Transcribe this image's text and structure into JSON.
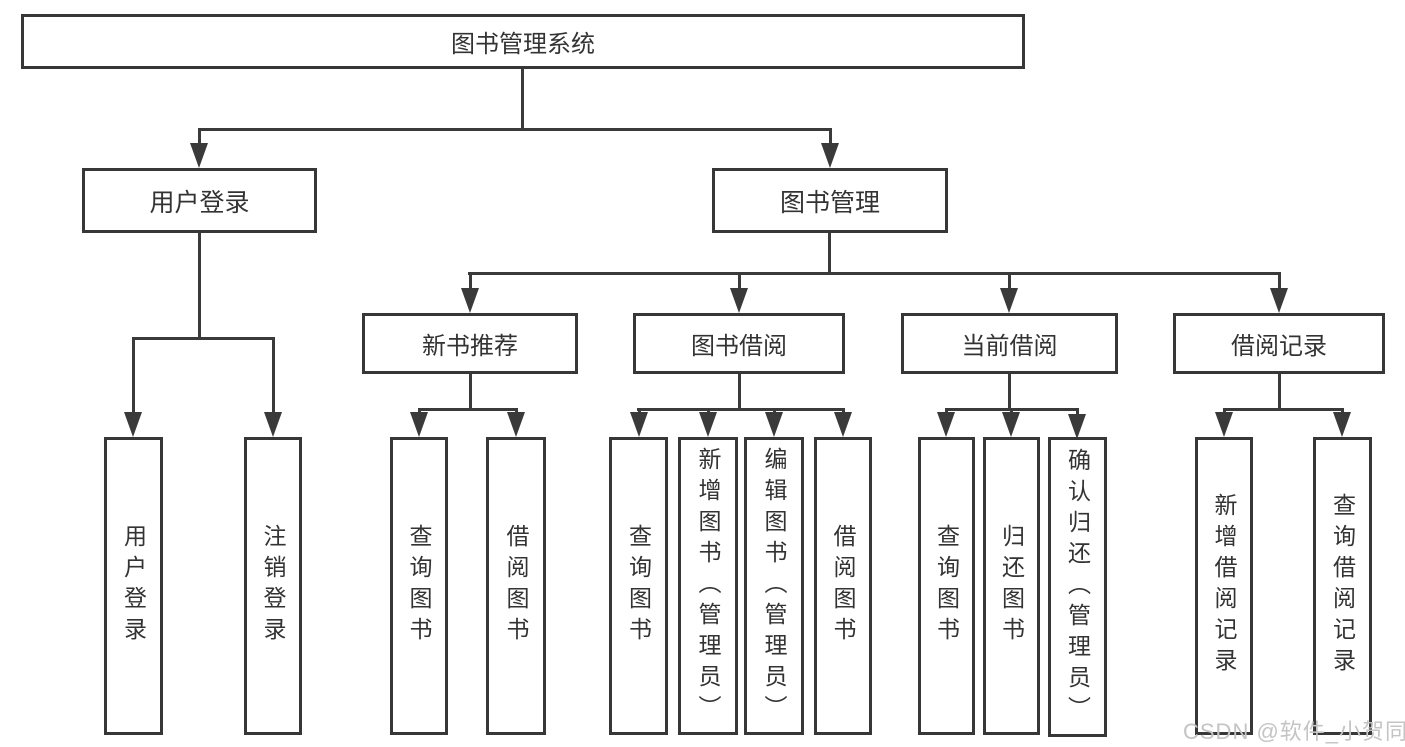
{
  "diagram": {
    "title": "图书管理系统",
    "type": "hierarchy-tree",
    "colors": {
      "line": "#3a3a3a",
      "border": "#373737",
      "text": "#333333",
      "background": "#ffffff",
      "watermark": "#c4c4c4"
    },
    "tree": {
      "label": "图书管理系统",
      "children": [
        {
          "label": "用户登录",
          "children": [
            {
              "label": "用户登录"
            },
            {
              "label": "注销登录"
            }
          ]
        },
        {
          "label": "图书管理",
          "children": [
            {
              "label": "新书推荐",
              "children": [
                {
                  "label": "查询图书"
                },
                {
                  "label": "借阅图书"
                }
              ]
            },
            {
              "label": "图书借阅",
              "children": [
                {
                  "label": "查询图书"
                },
                {
                  "label": "新增图书（管理员）"
                },
                {
                  "label": "编辑图书（管理员）"
                },
                {
                  "label": "借阅图书"
                }
              ]
            },
            {
              "label": "当前借阅",
              "children": [
                {
                  "label": "查询图书"
                },
                {
                  "label": "归还图书"
                },
                {
                  "label": "确认归还（管理员）"
                }
              ]
            },
            {
              "label": "借阅记录",
              "children": [
                {
                  "label": "新增借阅记录"
                },
                {
                  "label": "查询借阅记录"
                }
              ]
            }
          ]
        }
      ]
    },
    "watermark": "CSDN @软件_小贺同学"
  }
}
